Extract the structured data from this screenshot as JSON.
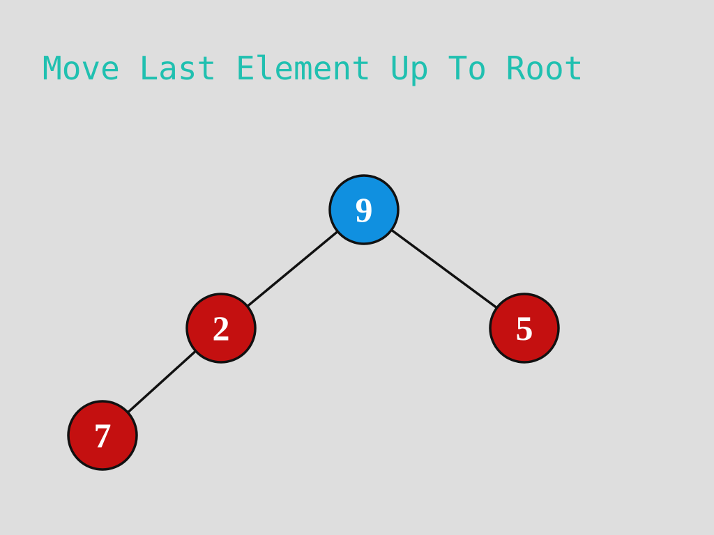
{
  "slide": {
    "title": "Move Last Element Up To Root"
  },
  "colors": {
    "background": "#dedede",
    "title": "#20c0b0",
    "highlight_node": "#1090e0",
    "default_node": "#c41010",
    "edge": "#111111"
  },
  "tree": {
    "nodes": [
      {
        "id": "root",
        "value": "9",
        "highlighted": true
      },
      {
        "id": "left",
        "value": "2",
        "highlighted": false
      },
      {
        "id": "right",
        "value": "5",
        "highlighted": false
      },
      {
        "id": "left-left",
        "value": "7",
        "highlighted": false
      }
    ],
    "edges": [
      {
        "from": "root",
        "to": "left"
      },
      {
        "from": "root",
        "to": "right"
      },
      {
        "from": "left",
        "to": "left-left"
      }
    ]
  }
}
